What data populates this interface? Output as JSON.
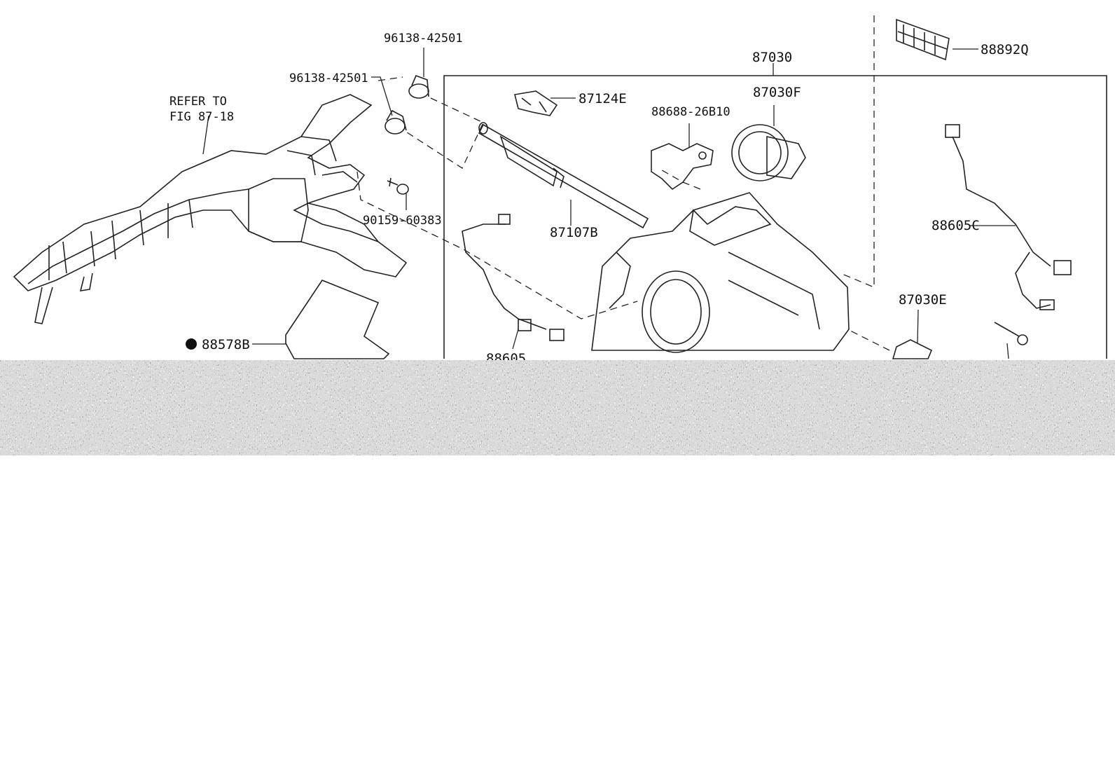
{
  "labels": {
    "refer_line1": "REFER TO",
    "refer_line2": "FIG 87-18",
    "p96138_a": "96138-42501",
    "p96138_b": "96138-42501",
    "p90159": "90159-60383",
    "p88578b": "88578B",
    "p87030": "87030",
    "p87124e": "87124E",
    "p87030f": "87030F",
    "p88688": "88688-26B10",
    "p87107b": "87107B",
    "p88605": "88605",
    "p88605c": "88605C",
    "p88892q": "88892Q",
    "p87030e": "87030E"
  },
  "colors": {
    "line": "#222222",
    "text": "#111111",
    "noise_dark": "#9a9a9a",
    "noise_light": "#d6d6d6"
  }
}
